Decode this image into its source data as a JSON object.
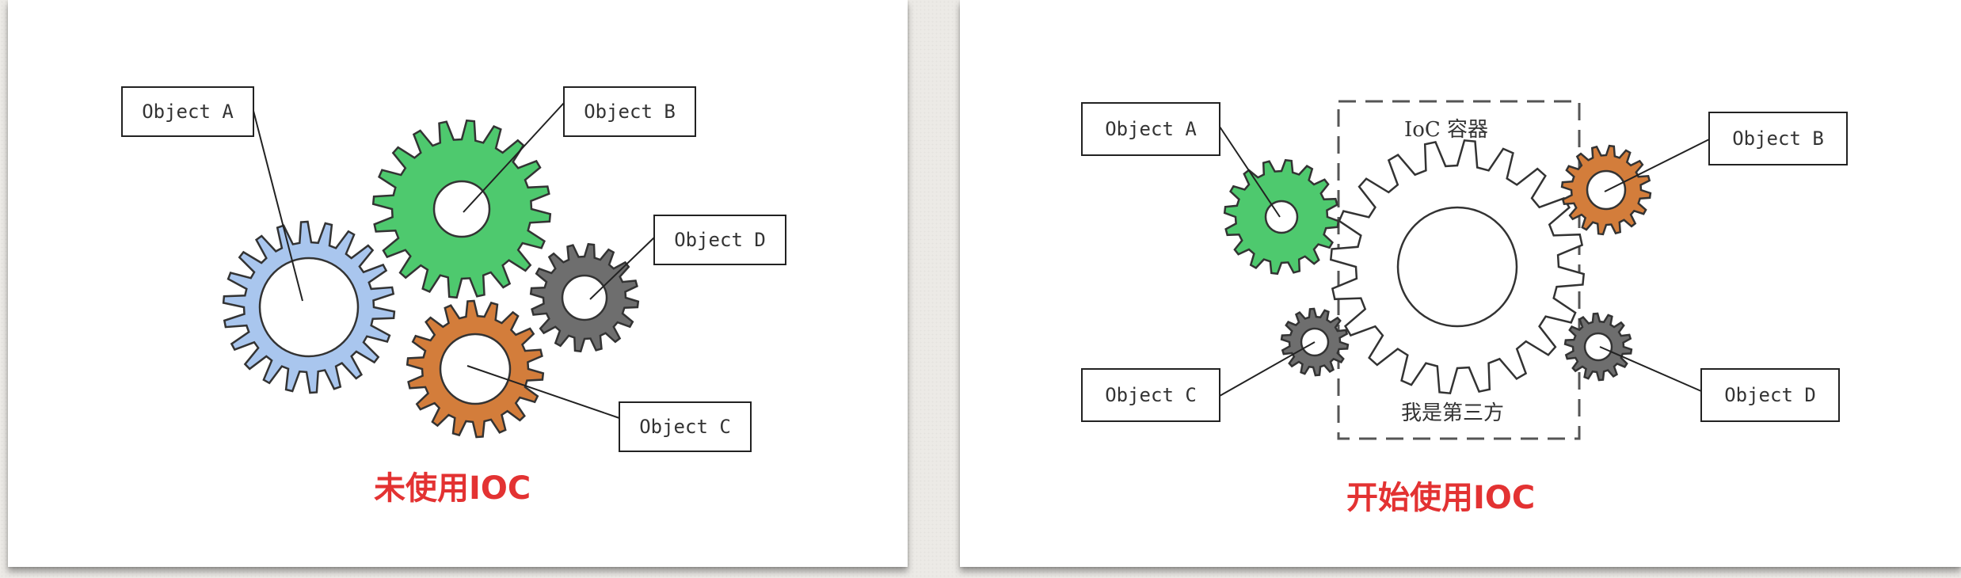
{
  "left_diagram": {
    "caption": "未使用IOC",
    "labels": {
      "a": "Object A",
      "b": "Object B",
      "c": "Object C",
      "d": "Object D"
    }
  },
  "right_diagram": {
    "caption": "开始使用IOC",
    "container_title": "IoC 容器",
    "container_subtitle": "我是第三方",
    "labels": {
      "a": "Object A",
      "b": "Object B",
      "c": "Object C",
      "d": "Object D"
    }
  },
  "colors": {
    "gear_blue": "#a9c6ee",
    "gear_green": "#4ec96e",
    "gear_orange": "#d37d3b",
    "gear_gray": "#6e6e6e",
    "caption_red": "#e33232"
  }
}
